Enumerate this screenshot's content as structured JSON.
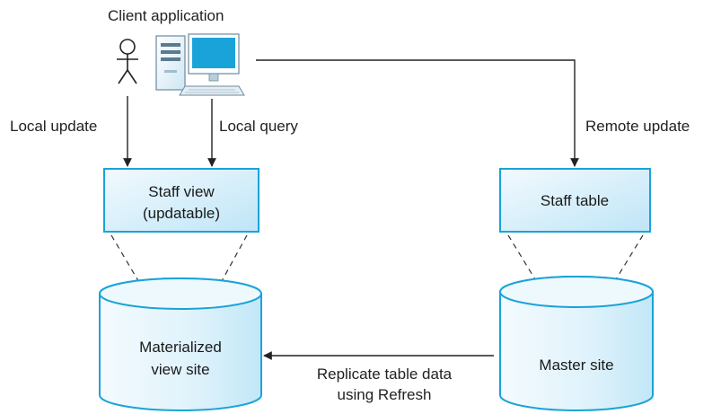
{
  "labels": {
    "client_application": "Client application",
    "local_update": "Local update",
    "local_query": "Local query",
    "remote_update": "Remote update",
    "replicate_line1": "Replicate table data",
    "replicate_line2": "using Refresh"
  },
  "boxes": {
    "staff_view_line1": "Staff view",
    "staff_view_line2": "(updatable)",
    "staff_table": "Staff table"
  },
  "cylinders": {
    "materialized_line1": "Materialized",
    "materialized_line2": "view site",
    "master": "Master site"
  },
  "icons": {
    "user": "user-stick-figure-icon",
    "computer": "desktop-computer-icon"
  },
  "colors": {
    "stroke": "#1aa3d9",
    "fill_light": "#e8f6fd",
    "fill_dark": "#b9e3f6",
    "arrow": "#222222"
  }
}
